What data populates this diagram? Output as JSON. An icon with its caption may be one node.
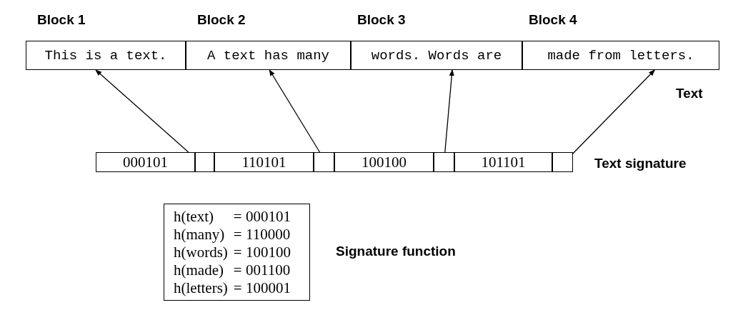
{
  "diagram": {
    "nodes": [
      {
        "text": [
          "This is a text."
        ],
        "beside": [
          "Block 1"
        ]
      },
      {
        "text": [
          "A text has many"
        ],
        "beside": [
          "Block 2"
        ]
      },
      {
        "text": [
          "words. Words are"
        ],
        "beside": [
          "Block 3"
        ]
      },
      {
        "text": [
          "made from letters."
        ],
        "beside": [
          "Block 4"
        ]
      },
      {
        "text": [
          "000101"
        ]
      },
      {
        "text": [],
        "shape": "box"
      },
      {
        "text": [
          "110101"
        ]
      },
      {
        "text": [],
        "shape": "box"
      },
      {
        "text": [
          "100100"
        ]
      },
      {
        "text": [],
        "shape": "box"
      },
      {
        "text": [
          "101101"
        ]
      },
      {
        "text": [],
        "shape": "box"
      },
      {
        "text": [
          "h(text)",
          "= 000101",
          "h(many)",
          "= 110000",
          "h(words)",
          "= 100100",
          "h(made)",
          "= 001100",
          "h(letters)",
          "= 100001"
        ],
        "beside": [
          "Signature function"
        ]
      }
    ],
    "edges": [
      {
        "from": 5,
        "to": 0,
        "arrow": "to"
      },
      {
        "from": 7,
        "to": 1,
        "arrow": "to"
      },
      {
        "from": 9,
        "to": 2,
        "arrow": "to"
      },
      {
        "from": 11,
        "to": 3,
        "arrow": "to"
      }
    ],
    "labels": [
      "Text",
      "Text signature"
    ]
  }
}
